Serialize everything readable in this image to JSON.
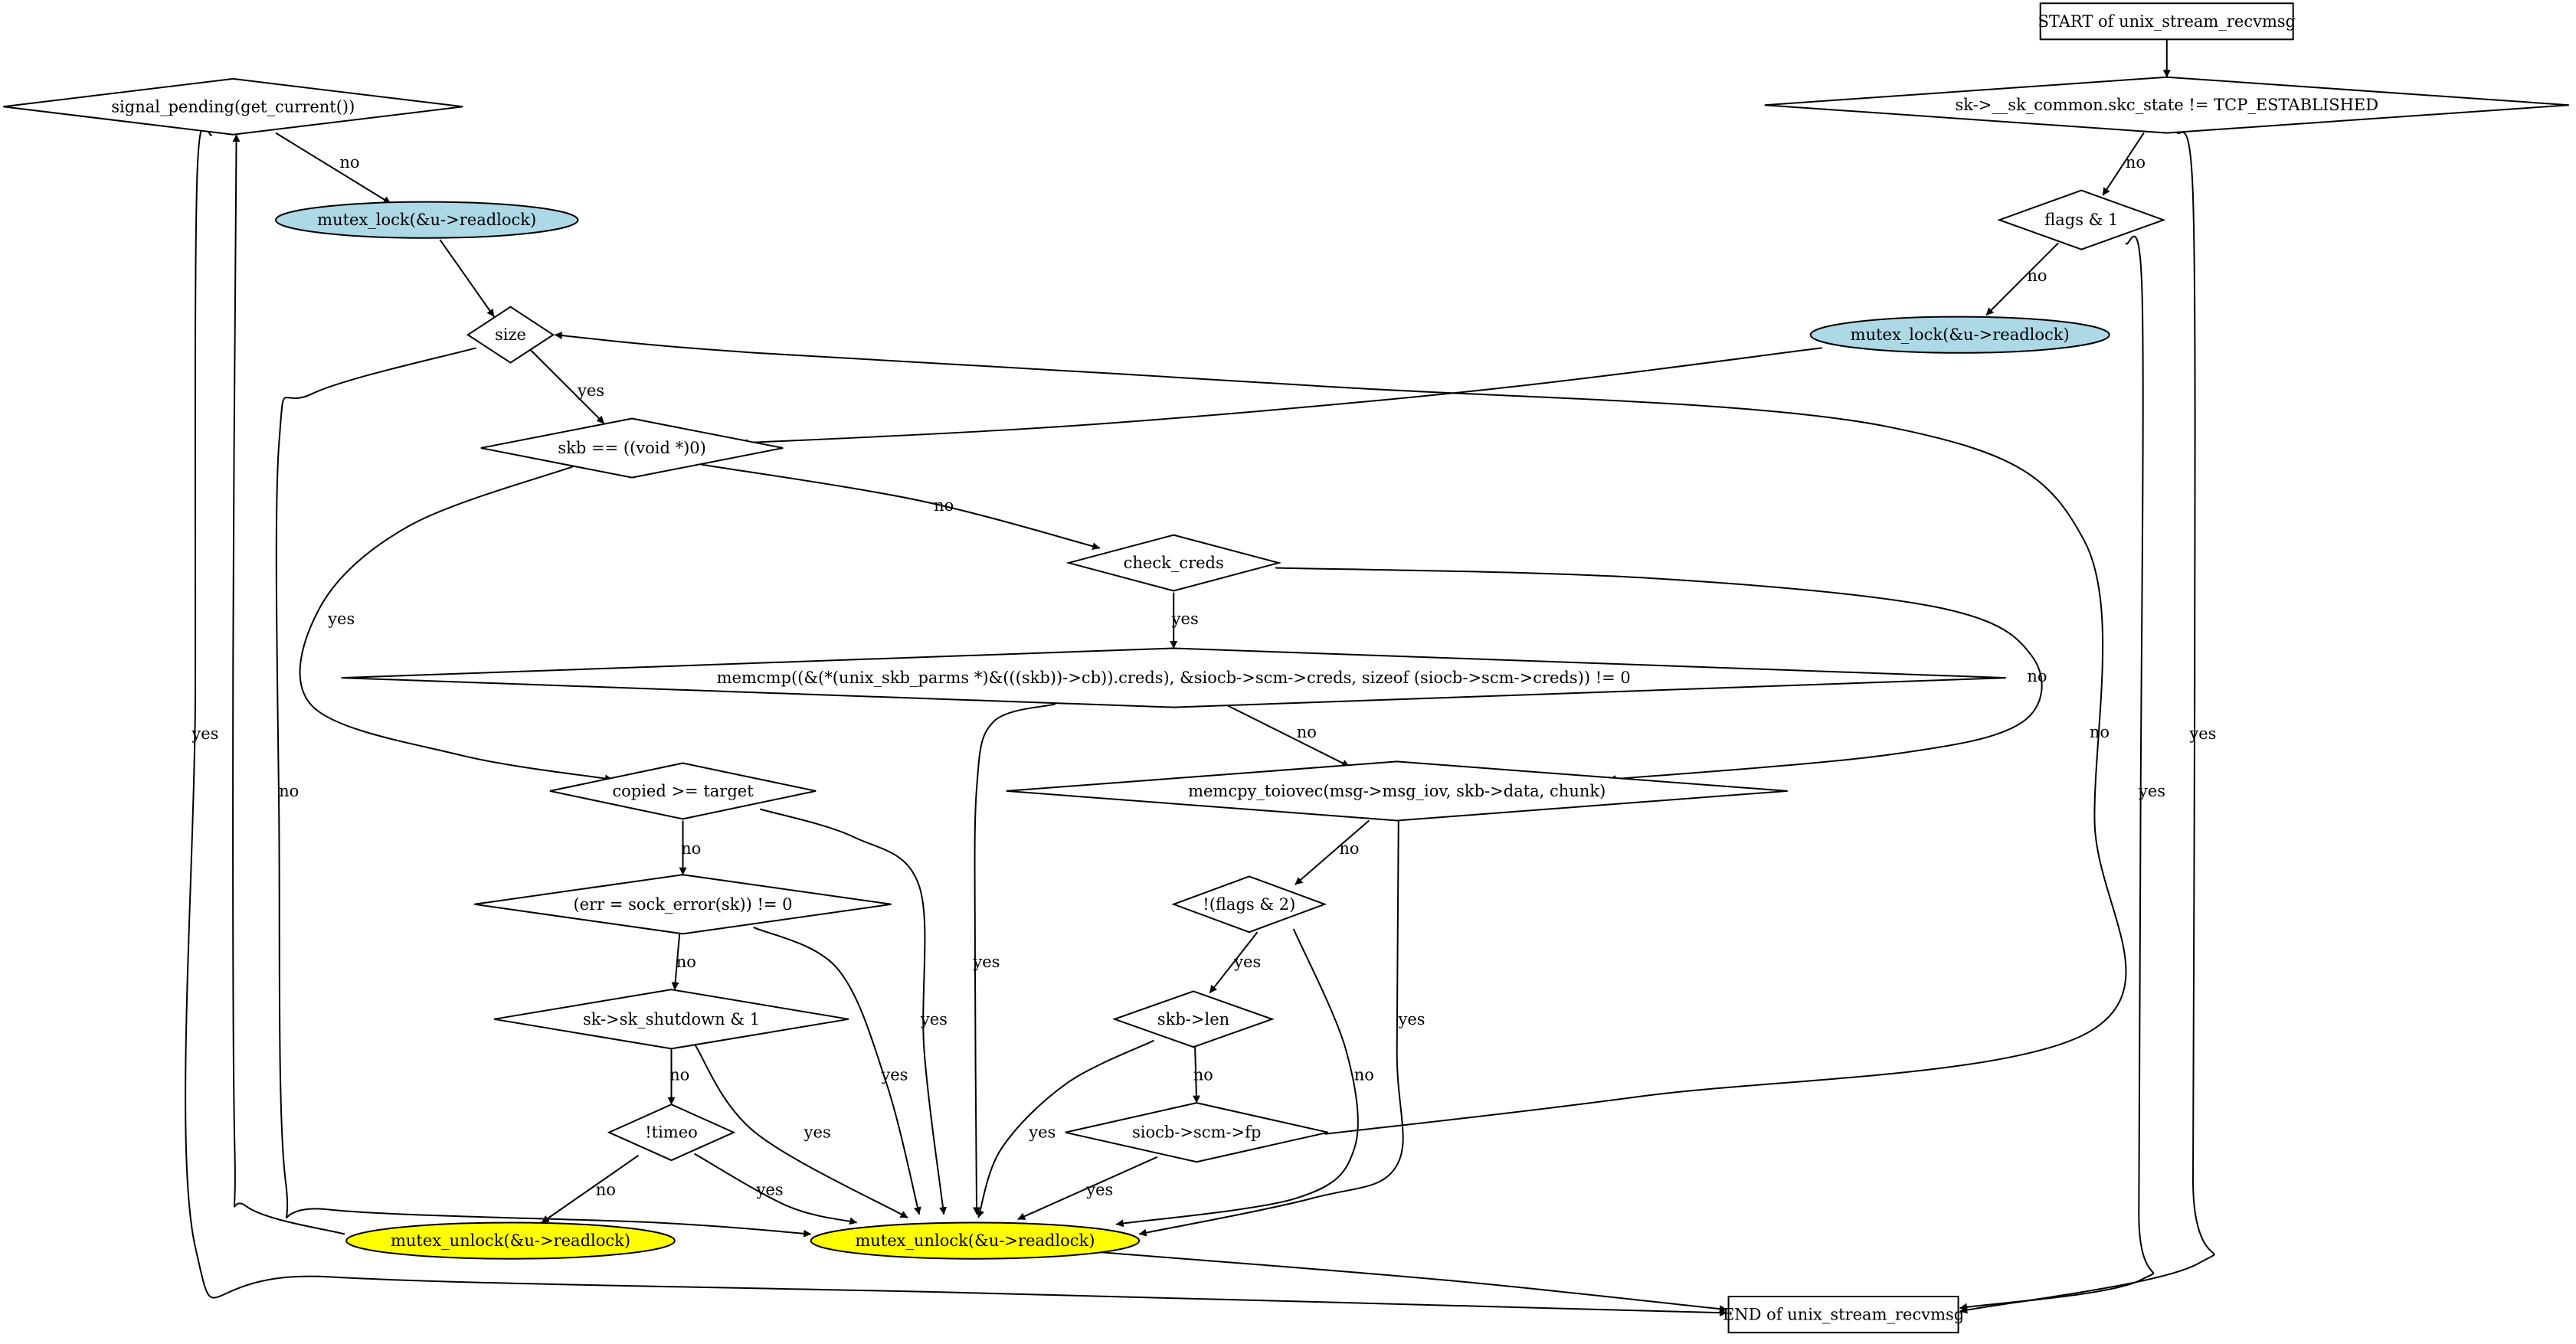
{
  "colors": {
    "background": "#ffffff",
    "stroke": "#000000",
    "lock_fill": "#add8e6",
    "unlock_fill": "#ffff00",
    "plain_fill": "#ffffff"
  },
  "nodes": [
    {
      "id": "start",
      "shape": "box",
      "fill": "plain",
      "label": "START of unix_stream_recvmsg"
    },
    {
      "id": "state",
      "shape": "diamond",
      "fill": "plain",
      "label": "sk->__sk_common.skc_state != TCP_ESTABLISHED"
    },
    {
      "id": "flags1",
      "shape": "diamond",
      "fill": "plain",
      "label": "flags & 1"
    },
    {
      "id": "lock_right",
      "shape": "ellipse",
      "fill": "lock",
      "label": "mutex_lock(&u->readlock)"
    },
    {
      "id": "sigpend",
      "shape": "diamond",
      "fill": "plain",
      "label": "signal_pending(get_current())"
    },
    {
      "id": "lock_left",
      "shape": "ellipse",
      "fill": "lock",
      "label": "mutex_lock(&u->readlock)"
    },
    {
      "id": "size",
      "shape": "diamond",
      "fill": "plain",
      "label": "size"
    },
    {
      "id": "skbnull",
      "shape": "diamond",
      "fill": "plain",
      "label": "skb == ((void *)0)"
    },
    {
      "id": "checkcreds",
      "shape": "diamond",
      "fill": "plain",
      "label": "check_creds"
    },
    {
      "id": "memcmp",
      "shape": "diamond",
      "fill": "plain",
      "label": "memcmp((&(*(unix_skb_parms *)&(((skb))->cb)).creds), &siocb->scm->creds, sizeof (siocb->scm->creds)) != 0"
    },
    {
      "id": "copied",
      "shape": "diamond",
      "fill": "plain",
      "label": "copied >= target"
    },
    {
      "id": "memcpy",
      "shape": "diamond",
      "fill": "plain",
      "label": "memcpy_toiovec(msg->msg_iov, skb->data, chunk)"
    },
    {
      "id": "sockerr",
      "shape": "diamond",
      "fill": "plain",
      "label": "(err = sock_error(sk)) != 0"
    },
    {
      "id": "flags2",
      "shape": "diamond",
      "fill": "plain",
      "label": "!(flags & 2)"
    },
    {
      "id": "shutdown",
      "shape": "diamond",
      "fill": "plain",
      "label": "sk->sk_shutdown & 1"
    },
    {
      "id": "skblen",
      "shape": "diamond",
      "fill": "plain",
      "label": "skb->len"
    },
    {
      "id": "timeo",
      "shape": "diamond",
      "fill": "plain",
      "label": "!timeo"
    },
    {
      "id": "fp",
      "shape": "diamond",
      "fill": "plain",
      "label": "siocb->scm->fp"
    },
    {
      "id": "unlock_left",
      "shape": "ellipse",
      "fill": "unlock",
      "label": "mutex_unlock(&u->readlock)"
    },
    {
      "id": "unlock_main",
      "shape": "ellipse",
      "fill": "unlock",
      "label": "mutex_unlock(&u->readlock)"
    },
    {
      "id": "end",
      "shape": "box",
      "fill": "plain",
      "label": "END of unix_stream_recvmsg"
    }
  ],
  "edges": [
    {
      "id": "start-state",
      "from": "start",
      "to": "state",
      "label": ""
    },
    {
      "id": "state-flags1",
      "from": "state",
      "to": "flags1",
      "label": "no"
    },
    {
      "id": "state-end",
      "from": "state",
      "to": "end",
      "label": "yes"
    },
    {
      "id": "flags1-lock_right",
      "from": "flags1",
      "to": "lock_right",
      "label": "no"
    },
    {
      "id": "flags1-end",
      "from": "flags1",
      "to": "end",
      "label": "yes"
    },
    {
      "id": "lock_right-skbnull",
      "from": "lock_right",
      "to": "skbnull",
      "label": ""
    },
    {
      "id": "sigpend-lock_left",
      "from": "sigpend",
      "to": "lock_left",
      "label": "no"
    },
    {
      "id": "sigpend-end",
      "from": "sigpend",
      "to": "end",
      "label": "yes"
    },
    {
      "id": "lock_left-size",
      "from": "lock_left",
      "to": "size",
      "label": ""
    },
    {
      "id": "size-skbnull",
      "from": "size",
      "to": "skbnull",
      "label": "yes"
    },
    {
      "id": "size-unlock",
      "from": "size",
      "to": "unlock_main",
      "label": "no"
    },
    {
      "id": "skbnull-checkcreds",
      "from": "skbnull",
      "to": "checkcreds",
      "label": "no"
    },
    {
      "id": "skbnull-copied",
      "from": "skbnull",
      "to": "copied",
      "label": "yes"
    },
    {
      "id": "checkcreds-memcmp",
      "from": "checkcreds",
      "to": "memcmp",
      "label": "yes"
    },
    {
      "id": "checkcreds-memcpy",
      "from": "checkcreds",
      "to": "memcpy",
      "label": "no"
    },
    {
      "id": "memcmp-memcpy",
      "from": "memcmp",
      "to": "memcpy",
      "label": "no"
    },
    {
      "id": "memcmp-unlock",
      "from": "memcmp",
      "to": "unlock_main",
      "label": "yes"
    },
    {
      "id": "copied-sockerr",
      "from": "copied",
      "to": "sockerr",
      "label": "no"
    },
    {
      "id": "copied-unlock",
      "from": "copied",
      "to": "unlock_main",
      "label": "yes"
    },
    {
      "id": "memcpy-flags2",
      "from": "memcpy",
      "to": "flags2",
      "label": "no"
    },
    {
      "id": "memcpy-unlock",
      "from": "memcpy",
      "to": "unlock_main",
      "label": "yes"
    },
    {
      "id": "sockerr-shutdown",
      "from": "sockerr",
      "to": "shutdown",
      "label": "no"
    },
    {
      "id": "sockerr-unlock",
      "from": "sockerr",
      "to": "unlock_main",
      "label": "yes"
    },
    {
      "id": "flags2-skblen",
      "from": "flags2",
      "to": "skblen",
      "label": "yes"
    },
    {
      "id": "flags2-unlock",
      "from": "flags2",
      "to": "unlock_main",
      "label": "no"
    },
    {
      "id": "shutdown-timeo",
      "from": "shutdown",
      "to": "timeo",
      "label": "no"
    },
    {
      "id": "shutdown-unlock",
      "from": "shutdown",
      "to": "unlock_main",
      "label": "yes"
    },
    {
      "id": "skblen-fp",
      "from": "skblen",
      "to": "fp",
      "label": "no"
    },
    {
      "id": "skblen-unlock",
      "from": "skblen",
      "to": "unlock_main",
      "label": "yes"
    },
    {
      "id": "timeo-unlock_left",
      "from": "timeo",
      "to": "unlock_left",
      "label": "no"
    },
    {
      "id": "timeo-unlock",
      "from": "timeo",
      "to": "unlock_main",
      "label": "yes"
    },
    {
      "id": "fp-unlock",
      "from": "fp",
      "to": "unlock_main",
      "label": "yes"
    },
    {
      "id": "fp-size",
      "from": "fp",
      "to": "size",
      "label": "no"
    },
    {
      "id": "unlock_left-sigpend",
      "from": "unlock_left",
      "to": "sigpend",
      "label": ""
    },
    {
      "id": "unlock_main-end",
      "from": "unlock_main",
      "to": "end",
      "label": ""
    }
  ]
}
